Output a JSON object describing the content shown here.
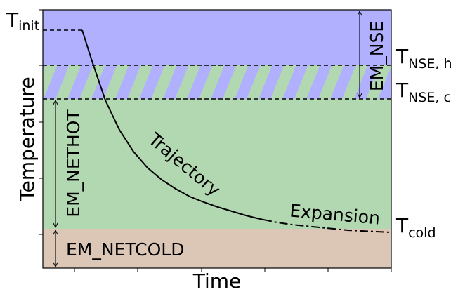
{
  "figure": {
    "xlabel": "Time",
    "ylabel": "Temperature",
    "right_labels": {
      "t_nse_h": {
        "main": "T",
        "sub": "NSE, h"
      },
      "t_nse_c": {
        "main": "T",
        "sub": "NSE, c"
      },
      "t_cold": {
        "main": "T",
        "sub": "cold"
      }
    },
    "left_labels": {
      "t_init": {
        "main": "T",
        "sub": "init"
      }
    },
    "regions": {
      "nse": {
        "label": "EM_NSE",
        "color": "#b0b0ff"
      },
      "nethot": {
        "label": "EM_NETHOT",
        "color": "#b2d8b2"
      },
      "netcold": {
        "label": "EM_NETCOLD",
        "color": "#dcc6b6"
      },
      "hatch_color": "#b2d8b2"
    },
    "curve_labels": {
      "trajectory": "Trajectory",
      "expansion": "Expansion"
    }
  }
}
